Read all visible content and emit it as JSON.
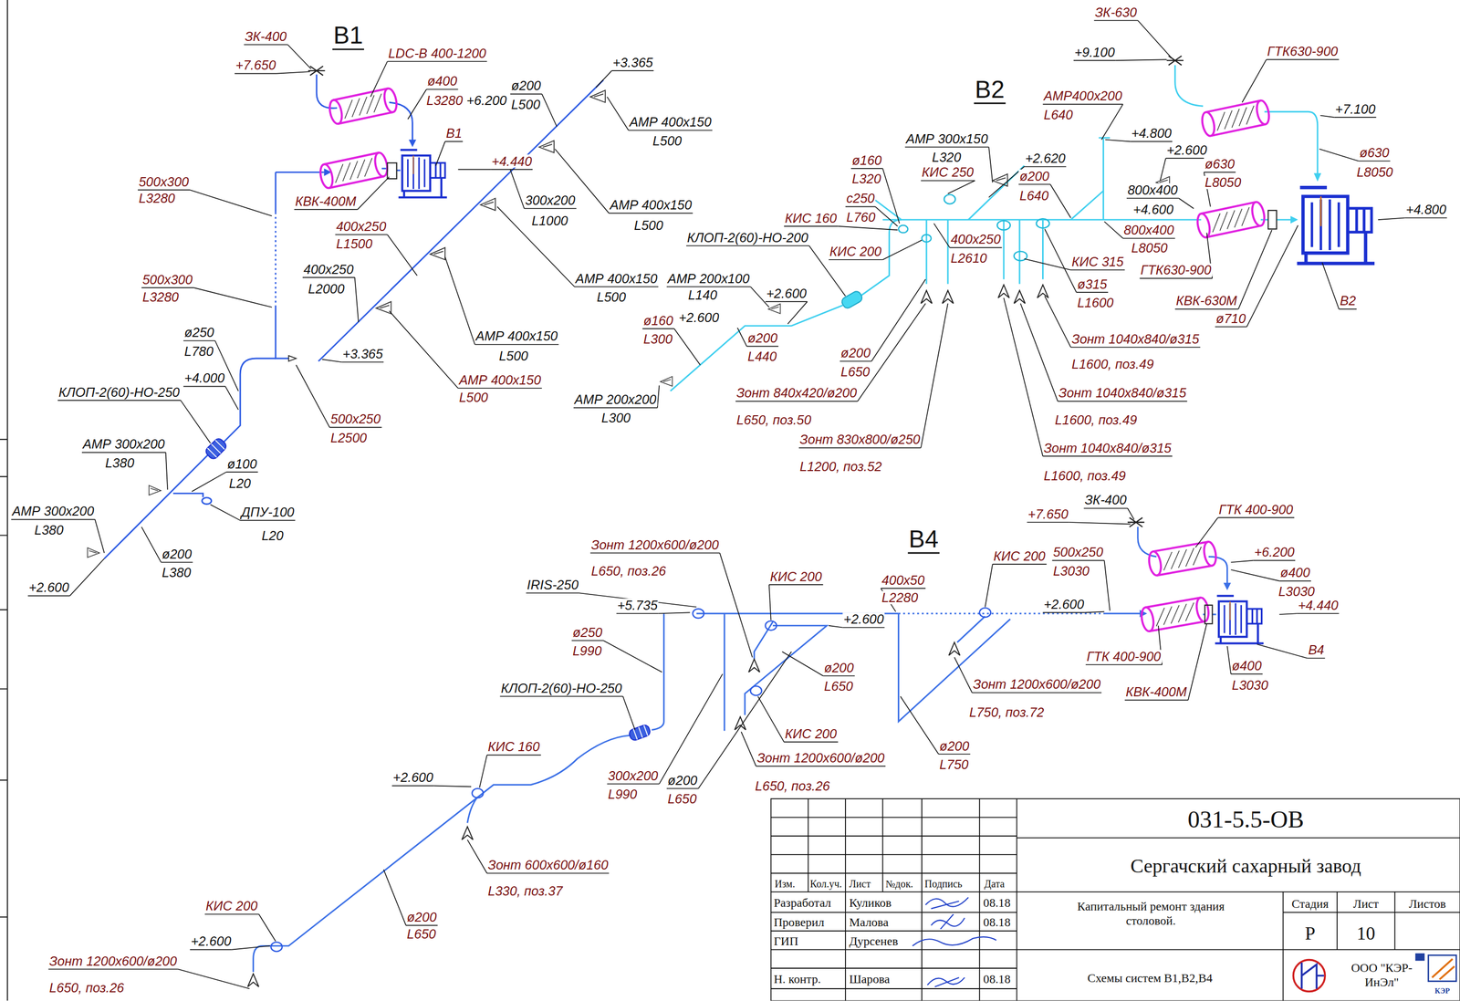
{
  "diagram": {
    "labels": [
      "В1",
      "ЗК-400",
      "+7.650",
      "LDC-B 400-1200",
      "ø400",
      "L3280",
      "+6.200",
      "В1",
      "ø200",
      "L500",
      "+3.365",
      "АМР 400х150",
      "L500",
      "+4.440",
      "500х300",
      "L3280",
      "КВК-400М",
      "300х200",
      "L1000",
      "АМР 400х150",
      "L500",
      "400х250",
      "L1500",
      "400х250",
      "L2000",
      "500х300",
      "L3280",
      "АМР 400х150",
      "L500",
      "ø250",
      "L780",
      "+3.365",
      "АМР 400х150",
      "L500",
      "АМР 400х150",
      "L500",
      "+4.000",
      "КЛОП-2(60)-НО-250",
      "500х250",
      "L2500",
      "АМР 300х200",
      "L380",
      "ø100",
      "L20",
      "АМР 300х200",
      "L380",
      "ДПУ-100",
      "L20",
      "ø200",
      "L380",
      "+2.600",
      "В2",
      "ЗК-630",
      "+9.100",
      "ГТК630-900",
      "АМР400х200",
      "L640",
      "+7.100",
      "АМР 300х150",
      "L320",
      "+4.800",
      "+2.620",
      "+2.600",
      "ø160",
      "L320",
      "КИС 250",
      "ø200",
      "L640",
      "800х400",
      "ø630",
      "L8050",
      "ø630",
      "L8050",
      "с250",
      "L760",
      "+4.600",
      "+4.800",
      "КИС 160",
      "800х400",
      "400х250",
      "L2610",
      "L8050",
      "КИС 200",
      "КИС 315",
      "ГТК630-900",
      "КЛОП-2(60)-НО-200",
      "АМР 200х100",
      "L140",
      "+2.600",
      "КВК-630М",
      "В2",
      "ø315",
      "L1600",
      "ø710",
      "ø160",
      "+2.600",
      "L300",
      "ø200",
      "L440",
      "Зонт 1040х840/ø315",
      "ø200",
      "L1600, поз.49",
      "L650",
      "Зонт 840х420/ø200",
      "Зонт 1040х840/ø315",
      "АМР 200х200",
      "L300",
      "L650, поз.50",
      "L1600, поз.49",
      "Зонт 830х800/ø250",
      "Зонт 1040х840/ø315",
      "L1200, поз.52",
      "L1600, поз.49",
      "В4",
      "ЗК-400",
      "+7.650",
      "ГТК 400-900",
      "Зонт 1200х600/ø200",
      "L650, поз.26",
      "КИС 200",
      "400х50",
      "L2280",
      "КИС 200",
      "500х250",
      "L3030",
      "+6.200",
      "ø400",
      "L3030",
      "IRIS-250",
      "+5.735",
      "+2.600",
      "+2.600",
      "+4.440",
      "ø250",
      "L990",
      "ГТК 400-900",
      "В4",
      "ø200",
      "L650",
      "ø400",
      "L3030",
      "Зонт 1200х600/ø200",
      "КИС 200",
      "КЛОП-2(60)-НО-250",
      "КВК-400М",
      "L750, поз.72",
      "ø200",
      "L750",
      "Зонт 1200х600/ø200",
      "300х200",
      "L990",
      "ø200",
      "L650",
      "L650, поз.26",
      "КИС 160",
      "+2.600",
      "Зонт 600х600/ø160",
      "L330, поз.37",
      "ø200",
      "L650",
      "КИС 200",
      "+2.600",
      "Зонт 1200х600/ø200",
      "L650, поз.26",
      "031-5.5-ОВ",
      "Сергачский сахарный завод",
      "Изм.",
      "Кол.уч.",
      "Лист",
      "№док.",
      "Подпись",
      "Дата",
      "Разработал",
      "Куликов",
      "08.18",
      "Проверил",
      "Малова",
      "08.18",
      "ГИП",
      "Дурсенев",
      "Н. контр.",
      "Шарова",
      "08.18",
      "Капитальный ремонт здания столовой.",
      "Стадия",
      "Лист",
      "Листов",
      "Р",
      "10",
      "Схемы систем В1,В2,В4",
      "ООО \"КЭР-ИнЭл\"",
      "КЭР"
    ]
  }
}
